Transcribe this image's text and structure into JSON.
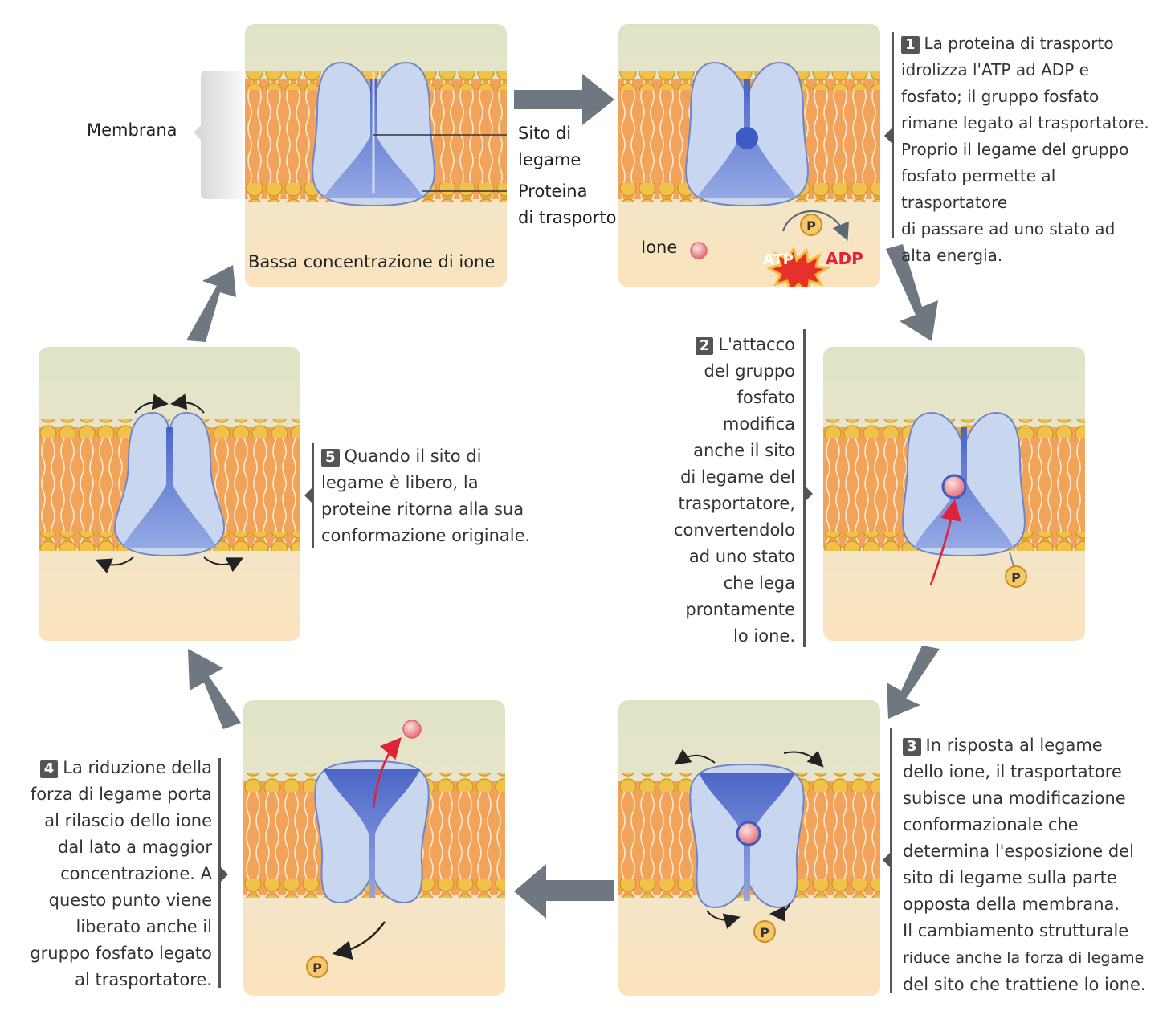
{
  "labels": {
    "membrane": "Membrana",
    "binding_site": [
      "Sito di",
      "legame"
    ],
    "transport_protein": [
      "Proteina",
      "di trasporto"
    ],
    "low_concentration": "Bassa concentrazione di ione",
    "ion": "Ione",
    "atp": "ATP",
    "adp": "ADP",
    "phosphate": "P"
  },
  "steps": [
    {
      "num": "1",
      "lines": [
        "La proteina di trasporto",
        "idrolizza l'ATP ad ADP e",
        "fosfato; il gruppo fosfato",
        "rimane legato al trasportatore.",
        "Proprio il legame del gruppo",
        "fosfato permette al trasportatore",
        "di passare ad uno stato ad",
        "alta energia."
      ]
    },
    {
      "num": "2",
      "lines": [
        "L'attacco",
        "del gruppo",
        "fosfato",
        "modifica",
        "anche il sito",
        "di legame del",
        "trasportatore,",
        "convertendolo",
        "ad uno stato",
        "che lega",
        "prontamente",
        "lo ione."
      ]
    },
    {
      "num": "3",
      "lines": [
        "In risposta al legame",
        "dello ione, il trasportatore",
        "subisce una modificazione",
        "conformazionale che",
        "determina l'esposizione del",
        "sito di legame sulla parte",
        "opposta della membrana.",
        "Il cambiamento strutturale",
        "riduce anche la forza di legame",
        "del sito che trattiene lo ione."
      ]
    },
    {
      "num": "4",
      "lines": [
        "La riduzione della",
        "forza di legame porta",
        "al rilascio dello ione",
        "dal lato a maggior",
        "concentrazione. A",
        "questo punto viene",
        "liberato anche il",
        "gruppo fosfato legato",
        "al trasportatore."
      ]
    },
    {
      "num": "5",
      "lines": [
        "Quando il sito di",
        "legame è libero, la",
        "proteine ritorna alla sua",
        "conformazione originale."
      ]
    }
  ],
  "colors": {
    "membrane": "#f2a35a",
    "head": "#f0c24a",
    "protein": "#c9d6ef",
    "protein_core": "#4a66c9",
    "top_bg": "#e3e6cc",
    "bottom_bg": "#fbe6c2",
    "arrow": "#6f7780",
    "ion": "#f08a8a",
    "adp": "#e0223a"
  }
}
